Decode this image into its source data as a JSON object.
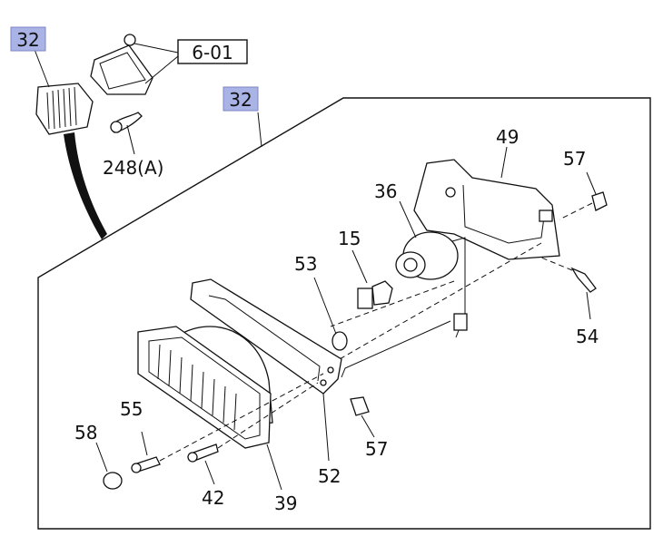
{
  "callouts": {
    "ref_a": "32",
    "ref_b": "32",
    "highlight_color": "#a9b3e6"
  },
  "labels": {
    "ref_6_01": "6-01",
    "p248a": "248(A)",
    "p49": "49",
    "p57_top": "57",
    "p36": "36",
    "p15": "15",
    "p53": "53",
    "p54": "54",
    "p55": "55",
    "p58": "58",
    "p57_bottom": "57",
    "p42": "42",
    "p52": "52",
    "p39": "39"
  }
}
